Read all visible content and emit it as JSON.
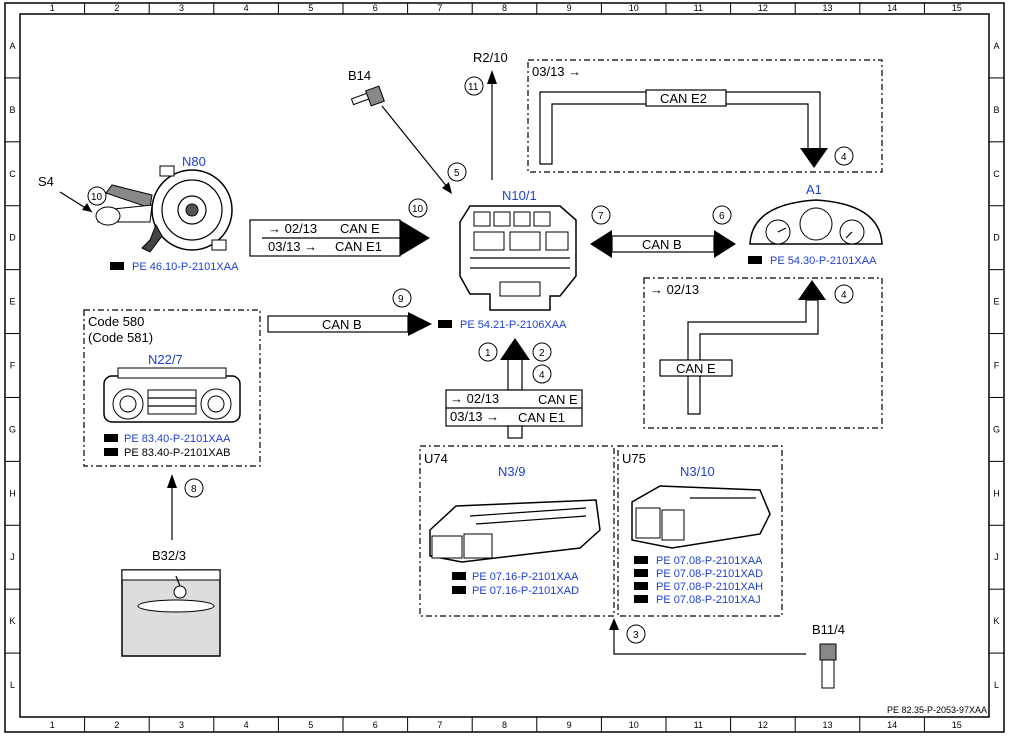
{
  "grid": {
    "columns": [
      "1",
      "2",
      "3",
      "4",
      "5",
      "6",
      "7",
      "8",
      "9",
      "10",
      "11",
      "12",
      "13",
      "14",
      "15"
    ],
    "rows": [
      "A",
      "B",
      "C",
      "D",
      "E",
      "F",
      "G",
      "H",
      "J",
      "K",
      "L"
    ]
  },
  "components": {
    "s4": "S4",
    "n80": "N80",
    "b14": "B14",
    "r210": "R2/10",
    "n101": "N10/1",
    "a1": "A1",
    "n227": "N22/7",
    "b323": "B32/3",
    "u74": "U74",
    "n39": "N3/9",
    "u75": "U75",
    "n310": "N3/10",
    "b114": "B11/4"
  },
  "code_labels": {
    "code580": "Code 580",
    "code581": "(Code 581)"
  },
  "buses": {
    "can_e": "CAN E",
    "can_e1": "CAN E1",
    "can_e2": "CAN E2",
    "can_b": "CAN B",
    "v0213": "→ 02/13",
    "v0313": "03/13 →",
    "v0313_top": "03/13 →",
    "v0213_right": "→ 02/13"
  },
  "refs": {
    "n80": "PE 46.10-P-2101XAA",
    "n101": "PE 54.21-P-2106XAA",
    "a1": "PE 54.30-P-2101XAA",
    "n227_a": "PE 83.40-P-2101XAA",
    "n227_b": "PE 83.40-P-2101XAB",
    "n39_a": "PE 07.16-P-2101XAA",
    "n39_b": "PE 07.16-P-2101XAD",
    "n310_a": "PE 07.08-P-2101XAA",
    "n310_b": "PE 07.08-P-2101XAD",
    "n310_c": "PE 07.08-P-2101XAH",
    "n310_d": "PE 07.08-P-2101XAJ"
  },
  "signals": {
    "s1": "1",
    "s2": "2",
    "s3": "3",
    "s4": "4",
    "s4b": "4",
    "s4c": "4",
    "s5": "5",
    "s6": "6",
    "s7": "7",
    "s8": "8",
    "s9": "9",
    "s10": "10",
    "s10b": "10",
    "s11": "11"
  },
  "document_id": "PE 82.35-P-2053-97XAA"
}
